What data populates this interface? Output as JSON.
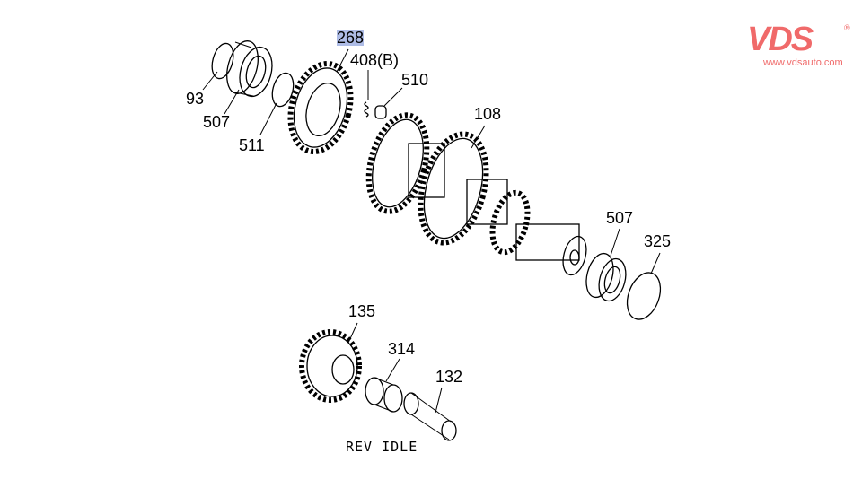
{
  "diagram": {
    "highlighted_part": "268",
    "labels": {
      "p268": "268",
      "p408b": "408(B)",
      "p510": "510",
      "p93": "93",
      "p507a": "507",
      "p511": "511",
      "p108": "108",
      "p507b": "507",
      "p325": "325",
      "p135": "135",
      "p314": "314",
      "p132": "132"
    },
    "group_caption": "REV IDLE"
  },
  "logo": {
    "mark": "VDS",
    "registered": "®",
    "url": "www.vdsauto.com",
    "color": "#f06a6a"
  }
}
